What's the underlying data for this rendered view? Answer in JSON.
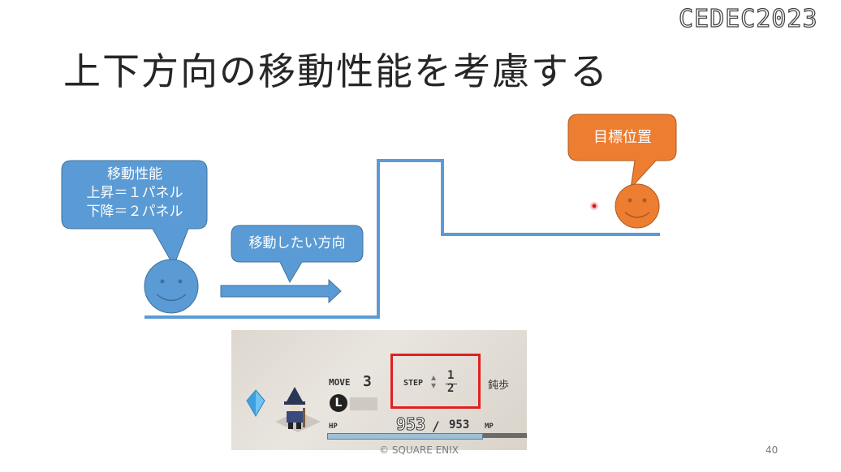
{
  "header": {
    "logo_text": "CEDEC2023"
  },
  "slide": {
    "title": "上下方向の移動性能を考慮する",
    "callouts": {
      "performance_line1": "移動性能",
      "performance_line2": "上昇＝１パネル",
      "performance_line3": "下降＝２パネル",
      "direction": "移動したい方向",
      "target": "目標位置"
    },
    "colors": {
      "blue": "#5b9bd5",
      "blue_border": "#41719c",
      "orange": "#ed7d31",
      "orange_border": "#ae5a21"
    }
  },
  "game_ui": {
    "move_label": "MOVE",
    "move_value": "3",
    "step_label": "STEP",
    "step_numerator": "1",
    "step_denominator": "2",
    "status_text": "鈍歩",
    "l_button": "L",
    "hp_label": "HP",
    "hp_current": "953",
    "hp_max": "953",
    "mp_label": "MP",
    "highlight_color": "#e02020"
  },
  "footer": {
    "copyright": "© SQUARE ENIX",
    "page_number": "40"
  }
}
